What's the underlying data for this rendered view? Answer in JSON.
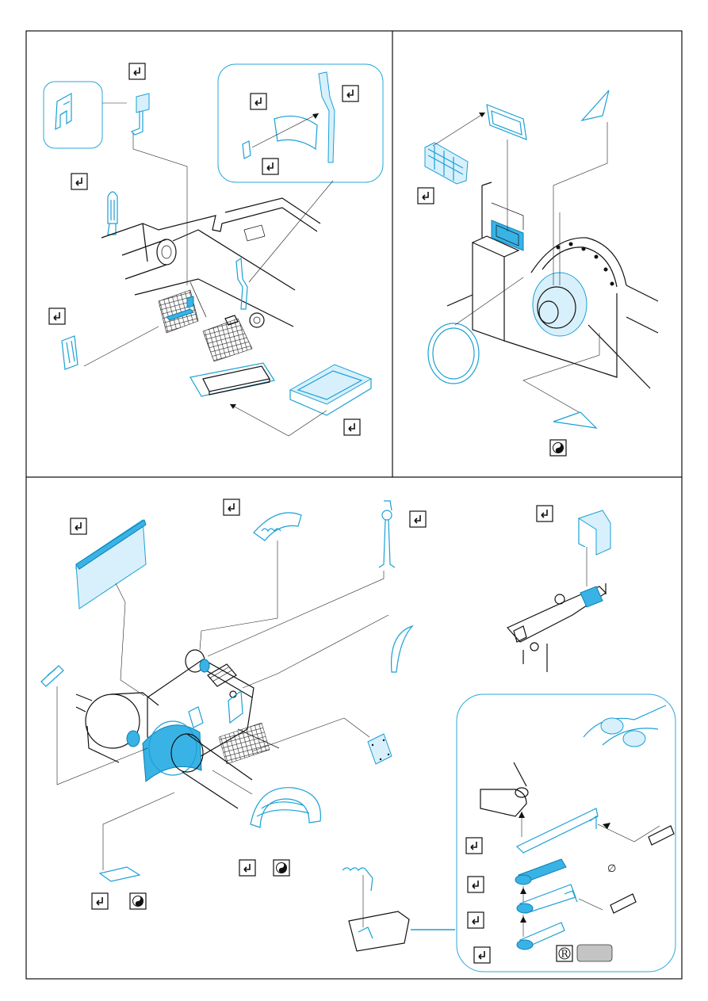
{
  "sheet": {
    "accent_color": "#1aa0d6",
    "ink_color": "#111111",
    "panels": [
      "assembly-top-left",
      "assembly-top-right",
      "assembly-bottom"
    ]
  },
  "symbols": {
    "bend_icon": "bend-arrow-icon",
    "paint_icon": "yin-yang-paint-icon",
    "resin_icon": "circled-R-icon"
  },
  "labels": {
    "diameter": "∅",
    "resin_mark": "R"
  }
}
